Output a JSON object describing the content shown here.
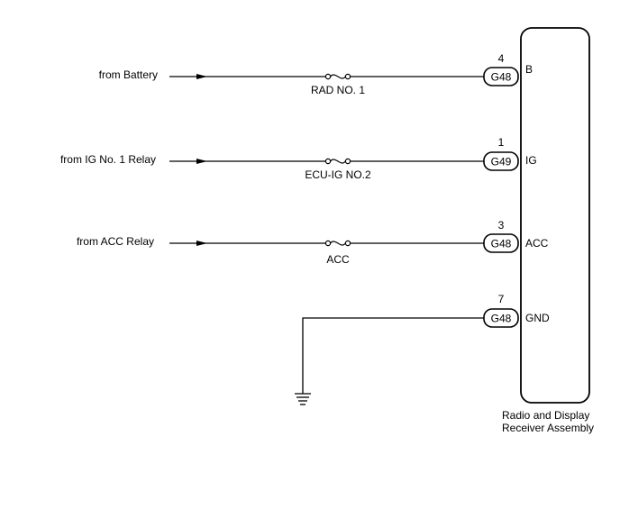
{
  "circuits": [
    {
      "source": "from Battery",
      "fuse": "RAD NO. 1",
      "pin": "4",
      "connector": "G48",
      "terminal": "B"
    },
    {
      "source": "from IG No. 1 Relay",
      "fuse": "ECU-IG NO.2",
      "pin": "1",
      "connector": "G49",
      "terminal": "IG"
    },
    {
      "source": "from ACC Relay",
      "fuse": "ACC",
      "pin": "3",
      "connector": "G48",
      "terminal": "ACC"
    }
  ],
  "ground": {
    "pin": "7",
    "connector": "G48",
    "terminal": "GND"
  },
  "assembly": {
    "line1": "Radio and Display",
    "line2": "Receiver Assembly"
  }
}
